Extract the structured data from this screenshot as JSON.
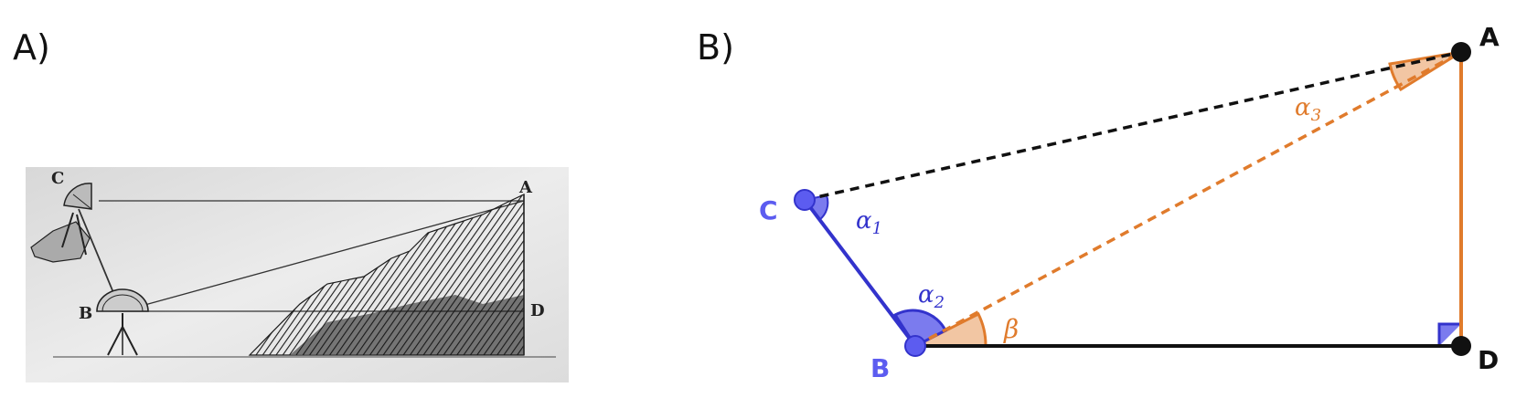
{
  "panels": {
    "left": {
      "label": "A)",
      "illustration": {
        "description_points": [
          "C",
          "A",
          "B",
          "D"
        ],
        "colors": {
          "paper": "#e4e4e4",
          "ink": "#222222"
        }
      }
    },
    "right": {
      "label": "B)",
      "points": {
        "A": "A",
        "B": "B",
        "C": "C",
        "D": "D"
      },
      "angles": {
        "alpha1": {
          "symbol": "α",
          "sub": "1"
        },
        "alpha2": {
          "symbol": "α",
          "sub": "2"
        },
        "alpha3": {
          "symbol": "α",
          "sub": "3"
        },
        "beta": {
          "symbol": "β"
        }
      },
      "colors": {
        "blue": "#3333cc",
        "blue_point": "#5c5cf0",
        "blue_fill": "#7b7bee",
        "orange": "#e07b2c",
        "orange_fill": "#f2c6a3",
        "black": "#111111"
      }
    }
  }
}
